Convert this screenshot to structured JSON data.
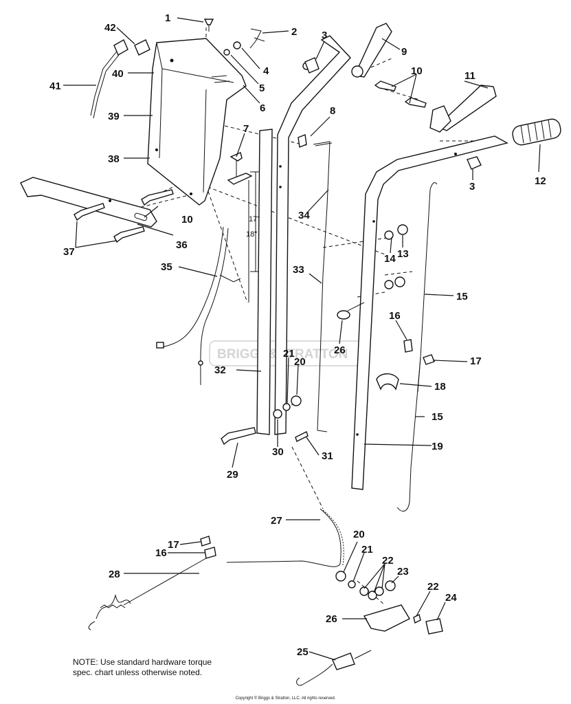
{
  "note": "NOTE: Use standard hardware torque spec. chart unless otherwise noted.",
  "copyright": "Copyright © Briggs & Stratton, LLC. All rights reserved.",
  "watermark": "BRIGGS&STRATTON",
  "dimensions": {
    "dim_17": "17\"",
    "dim_18": "18\""
  },
  "labels": [
    "1",
    "2",
    "3",
    "4",
    "5",
    "6",
    "7",
    "8",
    "9",
    "10",
    "11",
    "12",
    "3",
    "13",
    "14",
    "15",
    "16",
    "17",
    "18",
    "15",
    "19",
    "20",
    "21",
    "26",
    "31",
    "30",
    "29",
    "32",
    "33",
    "34",
    "35",
    "36",
    "37",
    "10",
    "38",
    "39",
    "40",
    "41",
    "42",
    "27",
    "20",
    "21",
    "22",
    "23",
    "22",
    "24",
    "26",
    "25",
    "17",
    "16",
    "28"
  ]
}
